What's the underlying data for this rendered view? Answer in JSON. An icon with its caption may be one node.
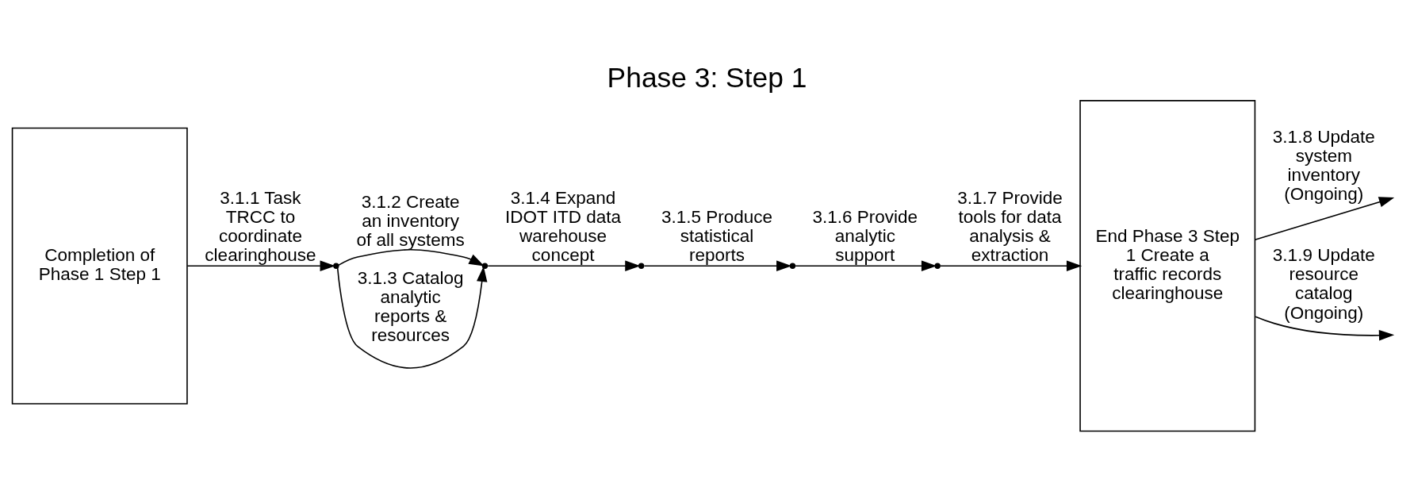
{
  "diagram": {
    "title": "Phase 3: Step 1",
    "nodes": [
      {
        "text": [
          "Completion of Phase 1 Step 1"
        ]
      },
      {
        "text": [],
        "shape": "point"
      },
      {
        "text": [],
        "shape": "point"
      },
      {
        "text": [],
        "shape": "point"
      },
      {
        "text": [],
        "shape": "point"
      },
      {
        "text": [],
        "shape": "point"
      },
      {
        "text": [
          "End Phase 3 Step 1 Create a traffic records clearinghouse"
        ]
      }
    ],
    "edges": [
      {
        "from": 0,
        "to": 1,
        "arrow": "to",
        "label": "3.1.1 Task TRCC to coordinate clearinghouse"
      },
      {
        "from": 1,
        "to": 2,
        "arrow": "to",
        "label": "3.1.2 Create an inventory of all systems"
      },
      {
        "from": 1,
        "to": 2,
        "arrow": "to",
        "label": "3.1.3 Catalog analytic reports & resources"
      },
      {
        "from": 2,
        "to": 3,
        "arrow": "to",
        "label": "3.1.4 Expand IDOT ITD data warehouse concept"
      },
      {
        "from": 3,
        "to": 4,
        "arrow": "to",
        "label": "3.1.5 Produce statistical reports"
      },
      {
        "from": 4,
        "to": 5,
        "arrow": "to",
        "label": "3.1.6 Provide analytic support"
      },
      {
        "from": 5,
        "to": 6,
        "arrow": "to",
        "label": "3.1.7 Provide tools for data analysis & extraction"
      },
      {
        "from": 6,
        "to": null,
        "arrow": "to",
        "label": "3.1.8 Update system inventory (Ongoing)"
      },
      {
        "from": 6,
        "to": null,
        "arrow": "to",
        "label": "3.1.9 Update resource catalog (Ongoing)"
      }
    ]
  }
}
